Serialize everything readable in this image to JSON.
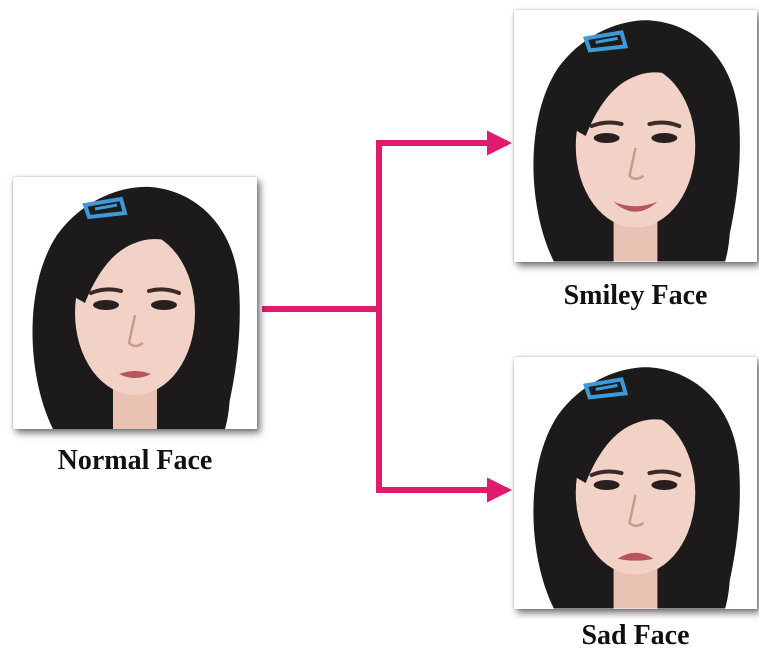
{
  "colors": {
    "arrow": "#e01a6c",
    "hair": "#1d1a1c",
    "skin": "#f2d2c6",
    "clip": "#3d9ad9"
  },
  "panels": [
    {
      "id": "normal",
      "label": "Normal Face",
      "expression": "neutral"
    },
    {
      "id": "smiley",
      "label": "Smiley Face",
      "expression": "smile"
    },
    {
      "id": "sad",
      "label": "Sad Face",
      "expression": "sad"
    }
  ]
}
